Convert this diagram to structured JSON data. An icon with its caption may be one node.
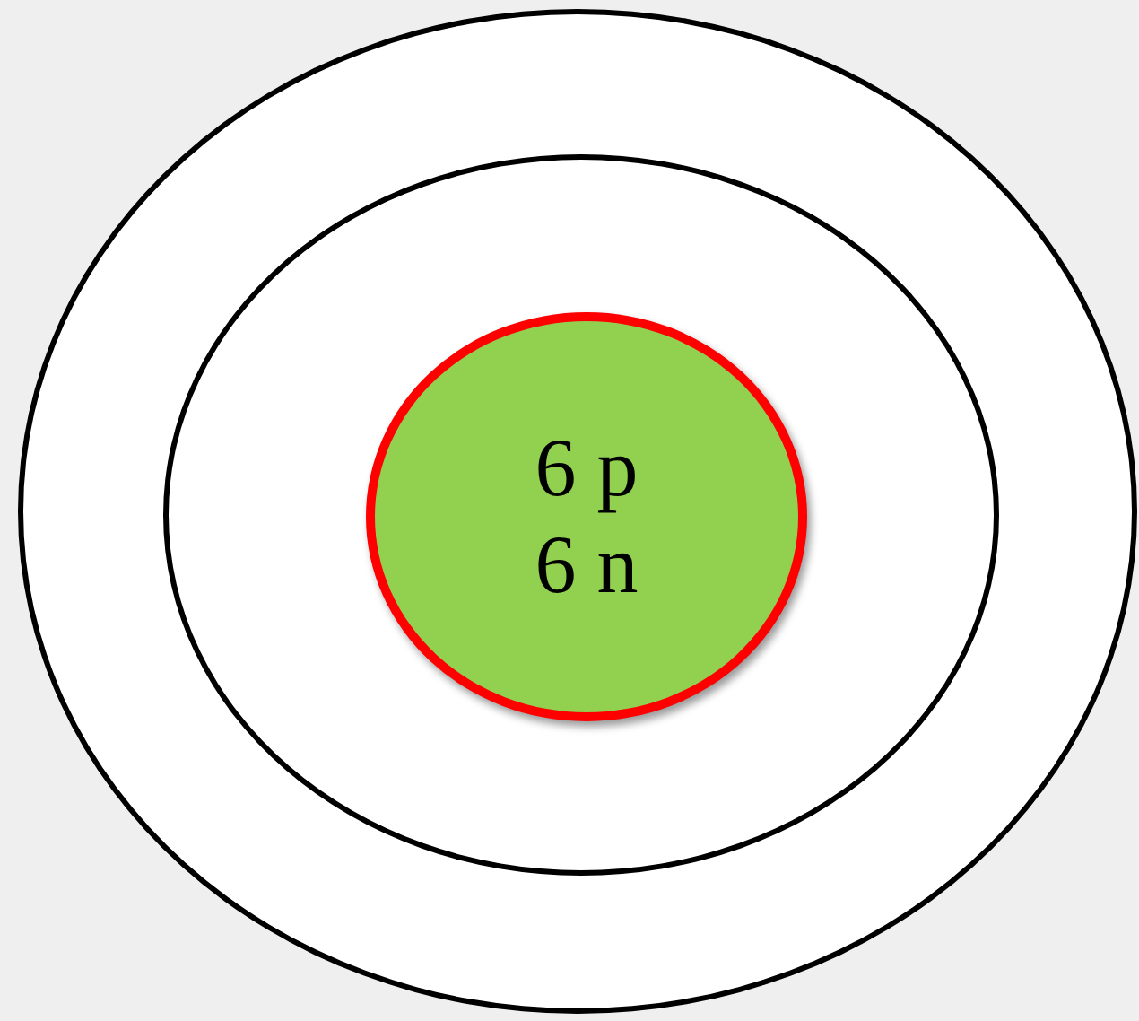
{
  "diagram": {
    "nodes": [
      {
        "text": [],
        "shape": "circle"
      },
      {
        "text": [],
        "shape": "circle",
        "in": 0
      },
      {
        "text": [
          "6 p",
          "6 n"
        ],
        "in": 1
      }
    ]
  }
}
